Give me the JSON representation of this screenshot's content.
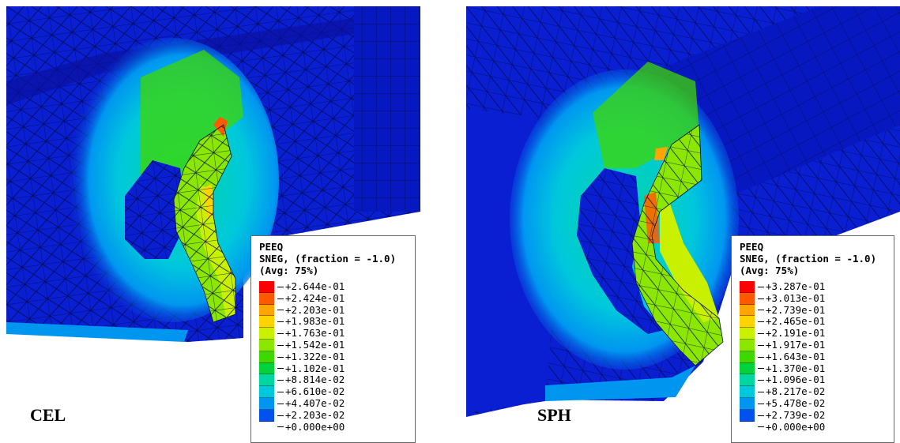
{
  "figures": [
    {
      "label": "CEL",
      "legend": {
        "title": "PEEQ",
        "subtitle": "SNEG, (fraction = -1.0)",
        "average": "(Avg: 75%)",
        "levels": [
          "+2.644e-01",
          "+2.424e-01",
          "+2.203e-01",
          "+1.983e-01",
          "+1.763e-01",
          "+1.542e-01",
          "+1.322e-01",
          "+1.102e-01",
          "+8.814e-02",
          "+6.610e-02",
          "+4.407e-02",
          "+2.203e-02",
          "+0.000e+00"
        ]
      }
    },
    {
      "label": "SPH",
      "legend": {
        "title": "PEEQ",
        "subtitle": "SNEG, (fraction = -1.0)",
        "average": "(Avg: 75%)",
        "levels": [
          "+3.287e-01",
          "+3.013e-01",
          "+2.739e-01",
          "+2.465e-01",
          "+2.191e-01",
          "+1.917e-01",
          "+1.643e-01",
          "+1.370e-01",
          "+1.096e-01",
          "+8.217e-02",
          "+5.478e-02",
          "+2.739e-02",
          "+0.000e+00"
        ]
      }
    }
  ],
  "colors": {
    "scale": [
      "#ff0000",
      "#ff5a00",
      "#ffa500",
      "#ffd200",
      "#c8f000",
      "#8be600",
      "#3ed700",
      "#00d23c",
      "#00d7a0",
      "#00c8dc",
      "#0096f0",
      "#0050f0",
      "#0000d2"
    ],
    "mesh_base": "#0a1ed2",
    "mesh_lines": "#000a46"
  }
}
